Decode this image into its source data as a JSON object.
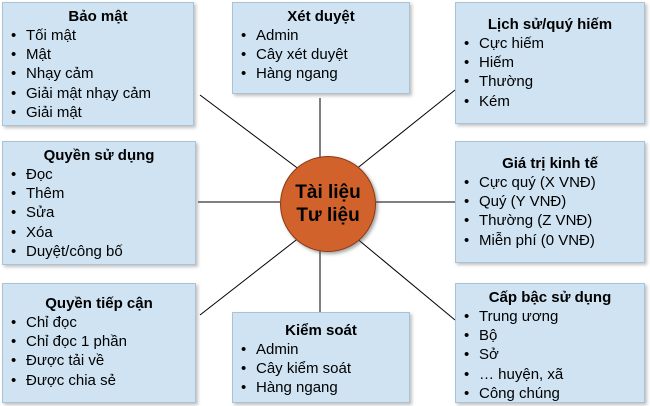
{
  "center": {
    "line1": "Tài liệu",
    "line2": "Tư liệu"
  },
  "boxes": [
    {
      "id": "bao-mat",
      "title": "Bảo mật",
      "items": [
        "Tối mật",
        "Mật",
        "Nhạy cảm",
        "Giải mật nhạy cảm",
        "Giải mật"
      ]
    },
    {
      "id": "xet-duyet",
      "title": "Xét duyệt",
      "items": [
        "Admin",
        "Cây xét duyệt",
        "Hàng ngang"
      ]
    },
    {
      "id": "lich-su",
      "title": "Lịch sử/quý hiếm",
      "items": [
        "Cực hiếm",
        "Hiếm",
        "Thường",
        "Kém"
      ]
    },
    {
      "id": "quyen-su-dung",
      "title": "Quyền sử dụng",
      "items": [
        "Đọc",
        "Thêm",
        "Sửa",
        "Xóa",
        "Duyệt/công bố"
      ]
    },
    {
      "id": "gia-tri",
      "title": "Giá trị kinh tế",
      "items": [
        "Cực quý (X VNĐ)",
        "Quý (Y VNĐ)",
        "Thường (Z VNĐ)",
        "Miễn phí (0 VNĐ)"
      ]
    },
    {
      "id": "quyen-tiep-can",
      "title": "Quyền tiếp cận",
      "items": [
        "Chỉ đọc",
        "Chỉ đọc 1 phần",
        "Được tải về",
        "Được chia sẻ"
      ]
    },
    {
      "id": "kiem-soat",
      "title": "Kiểm soát",
      "items": [
        "Admin",
        "Cây kiểm soát",
        "Hàng ngang"
      ]
    },
    {
      "id": "cap-bac",
      "title": "Cấp bậc sử dụng",
      "items": [
        "Trung ương",
        "Bộ",
        "Sở",
        "… huyện, xã",
        "Công chúng"
      ]
    }
  ],
  "colors": {
    "box_fill": "#cfe3f2",
    "center_fill": "#d2622c",
    "connector": "#000000"
  }
}
